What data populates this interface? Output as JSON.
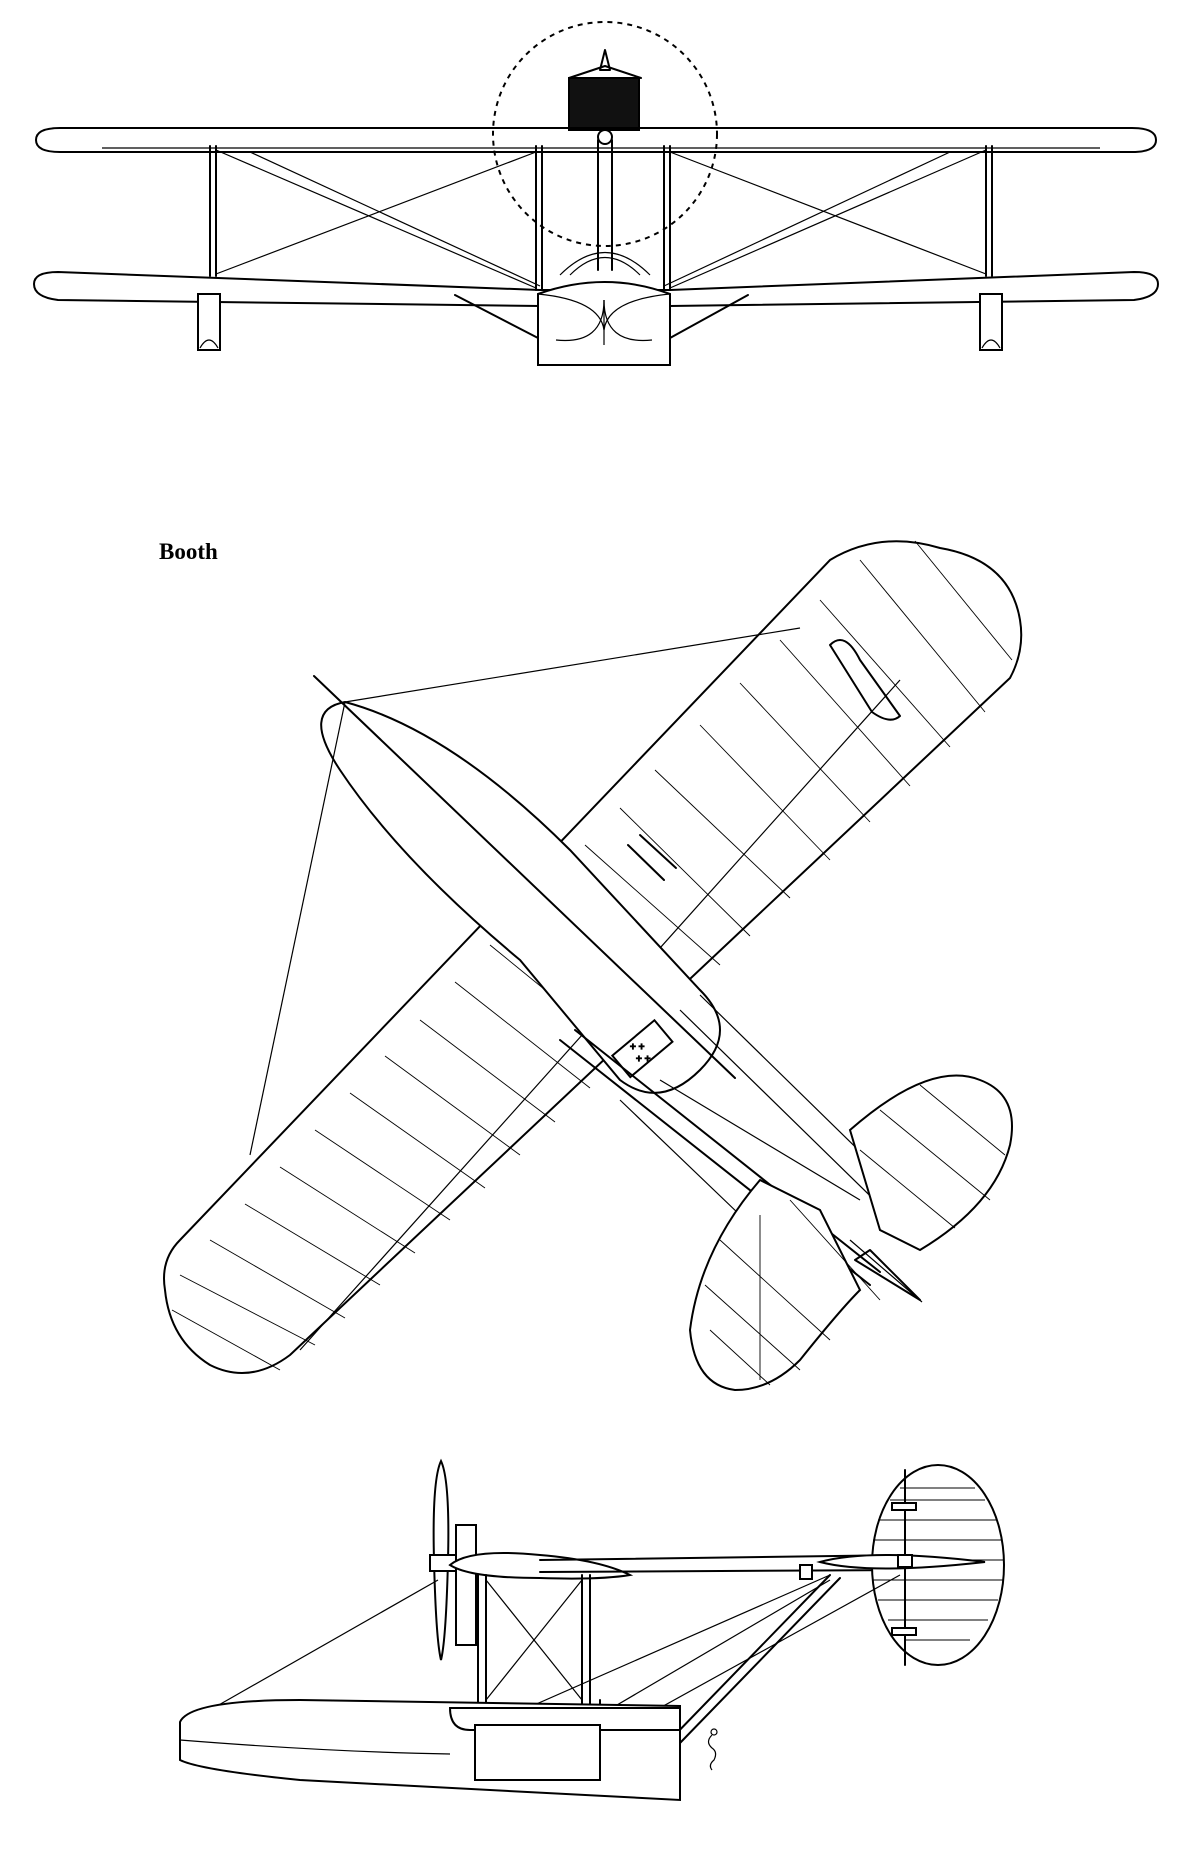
{
  "title": "Booth",
  "views": [
    "front-view",
    "plan-view",
    "side-view"
  ]
}
